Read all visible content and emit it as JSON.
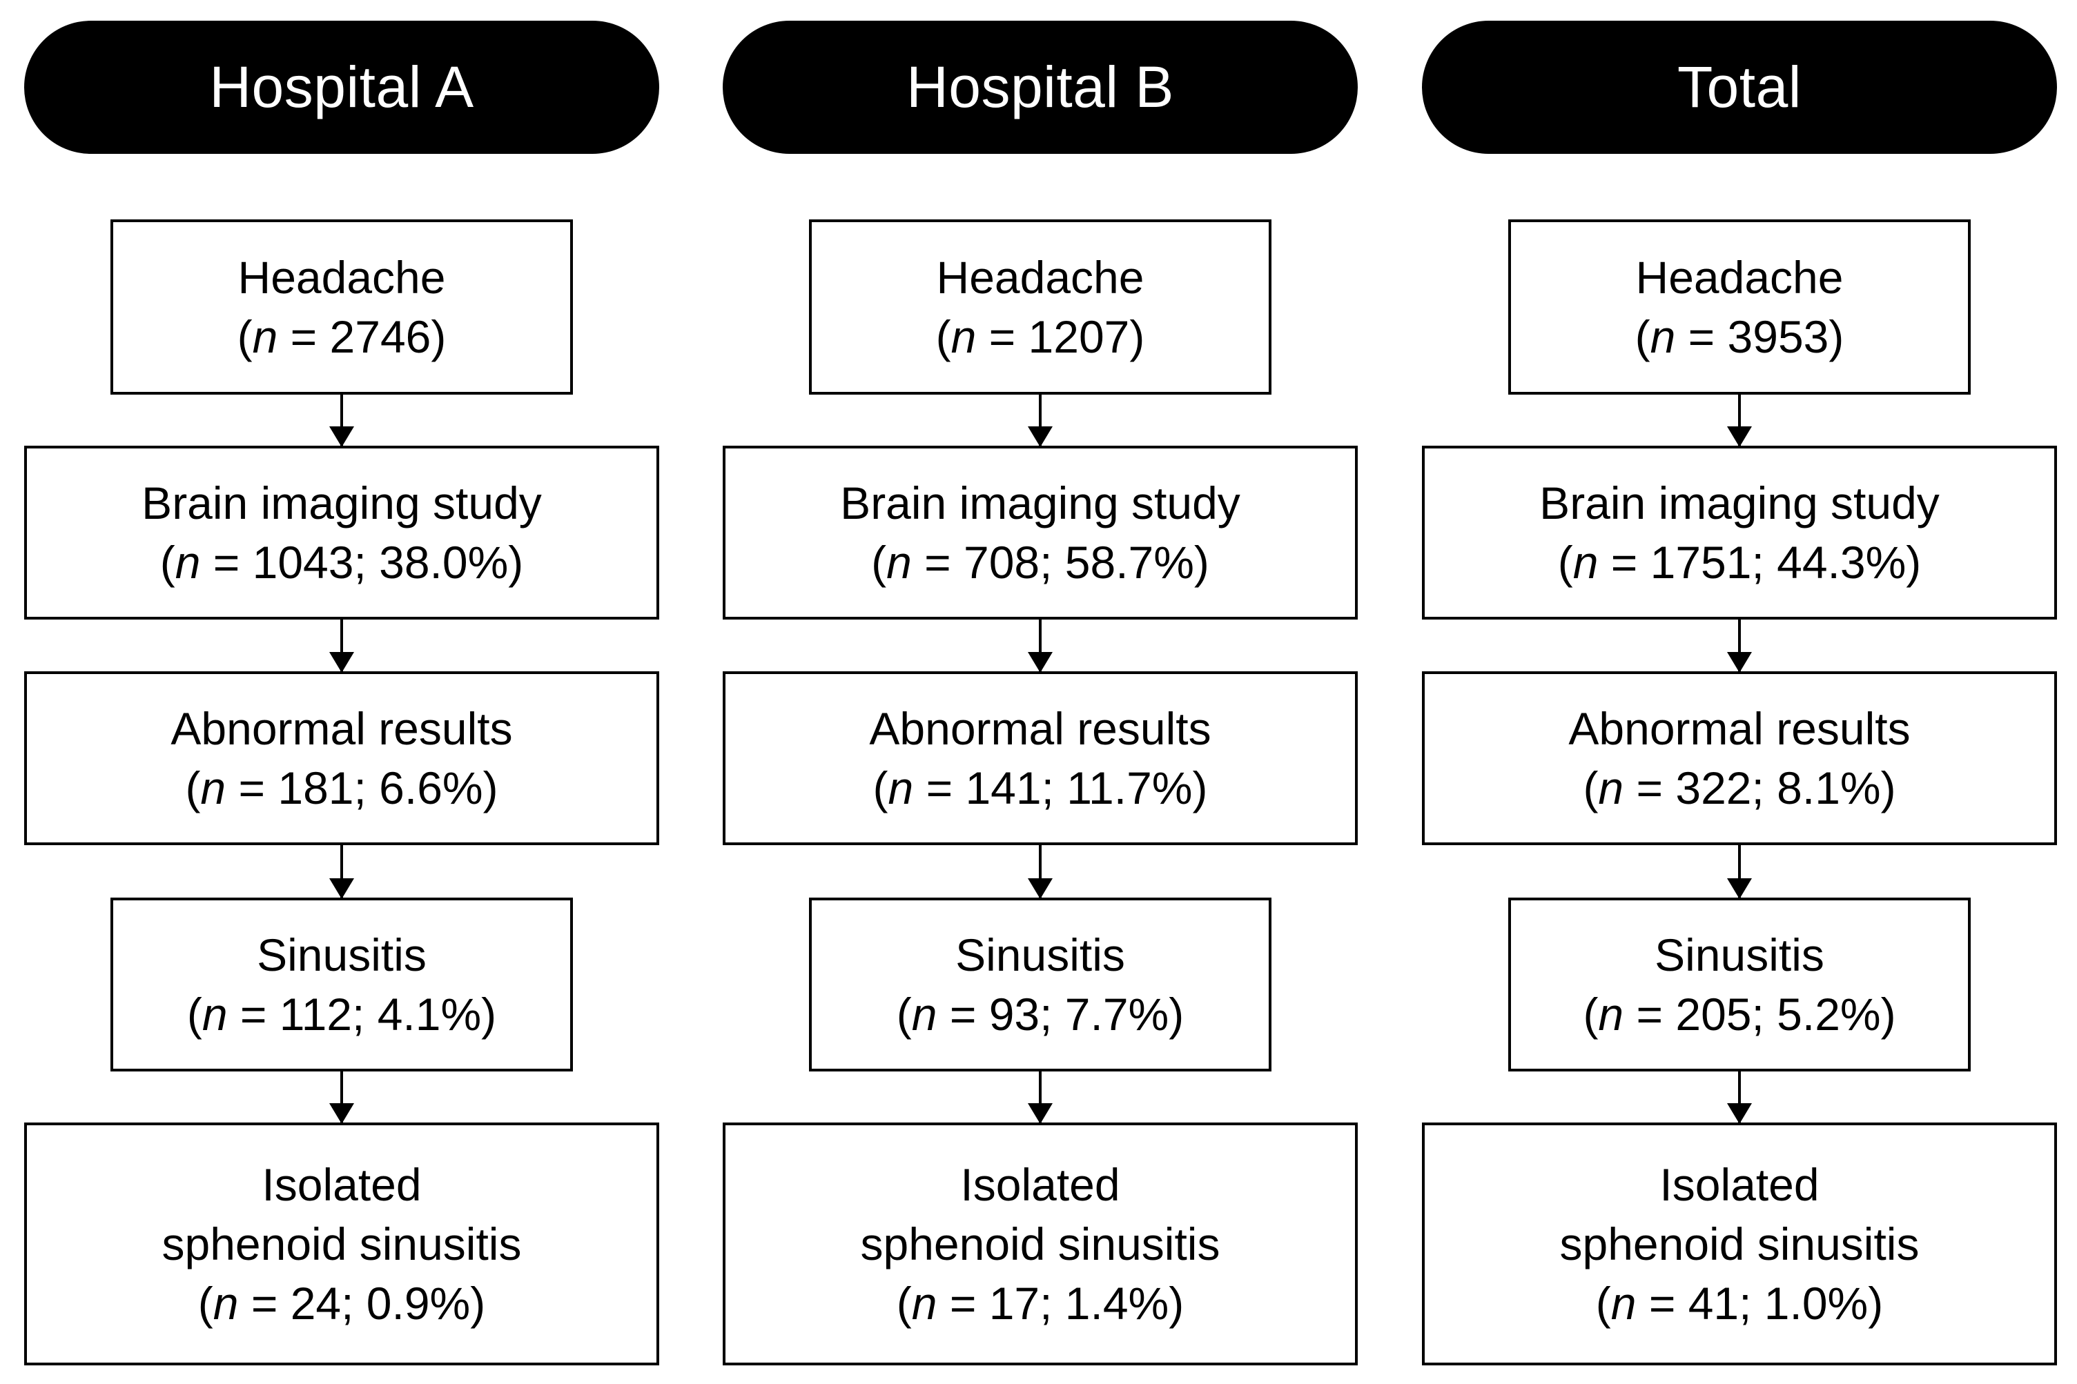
{
  "columns": [
    {
      "header": "Hospital A",
      "steps": {
        "headache": {
          "label": "Headache",
          "n_prefix": "(",
          "n_symbol": "n",
          "stat": " = 2746)"
        },
        "imaging": {
          "label": "Brain imaging study",
          "n_prefix": "(",
          "n_symbol": "n",
          "stat": " = 1043; 38.0%)"
        },
        "abnormal": {
          "label": "Abnormal results",
          "n_prefix": "(",
          "n_symbol": "n",
          "stat": " = 181; 6.6%)"
        },
        "sinusitis": {
          "label": "Sinusitis",
          "n_prefix": "(",
          "n_symbol": "n",
          "stat": " = 112; 4.1%)"
        },
        "isolated": {
          "label_line1": "Isolated",
          "label_line2": "sphenoid sinusitis",
          "n_prefix": "(",
          "n_symbol": "n",
          "stat": " = 24; 0.9%)"
        }
      }
    },
    {
      "header": "Hospital B",
      "steps": {
        "headache": {
          "label": "Headache",
          "n_prefix": "(",
          "n_symbol": "n",
          "stat": " = 1207)"
        },
        "imaging": {
          "label": "Brain imaging study",
          "n_prefix": "(",
          "n_symbol": "n",
          "stat": " = 708; 58.7%)"
        },
        "abnormal": {
          "label": "Abnormal results",
          "n_prefix": "(",
          "n_symbol": "n",
          "stat": " = 141; 11.7%)"
        },
        "sinusitis": {
          "label": "Sinusitis",
          "n_prefix": "(",
          "n_symbol": "n",
          "stat": " = 93; 7.7%)"
        },
        "isolated": {
          "label_line1": "Isolated",
          "label_line2": "sphenoid sinusitis",
          "n_prefix": "(",
          "n_symbol": "n",
          "stat": " = 17; 1.4%)"
        }
      }
    },
    {
      "header": "Total",
      "steps": {
        "headache": {
          "label": "Headache",
          "n_prefix": "(",
          "n_symbol": "n",
          "stat": " = 3953)"
        },
        "imaging": {
          "label": "Brain imaging study",
          "n_prefix": "(",
          "n_symbol": "n",
          "stat": " = 1751; 44.3%)"
        },
        "abnormal": {
          "label": "Abnormal results",
          "n_prefix": "(",
          "n_symbol": "n",
          "stat": " = 322; 8.1%)"
        },
        "sinusitis": {
          "label": "Sinusitis",
          "n_prefix": "(",
          "n_symbol": "n",
          "stat": " = 205; 5.2%)"
        },
        "isolated": {
          "label_line1": "Isolated",
          "label_line2": "sphenoid sinusitis",
          "n_prefix": "(",
          "n_symbol": "n",
          "stat": " = 41; 1.0%)"
        }
      }
    }
  ]
}
